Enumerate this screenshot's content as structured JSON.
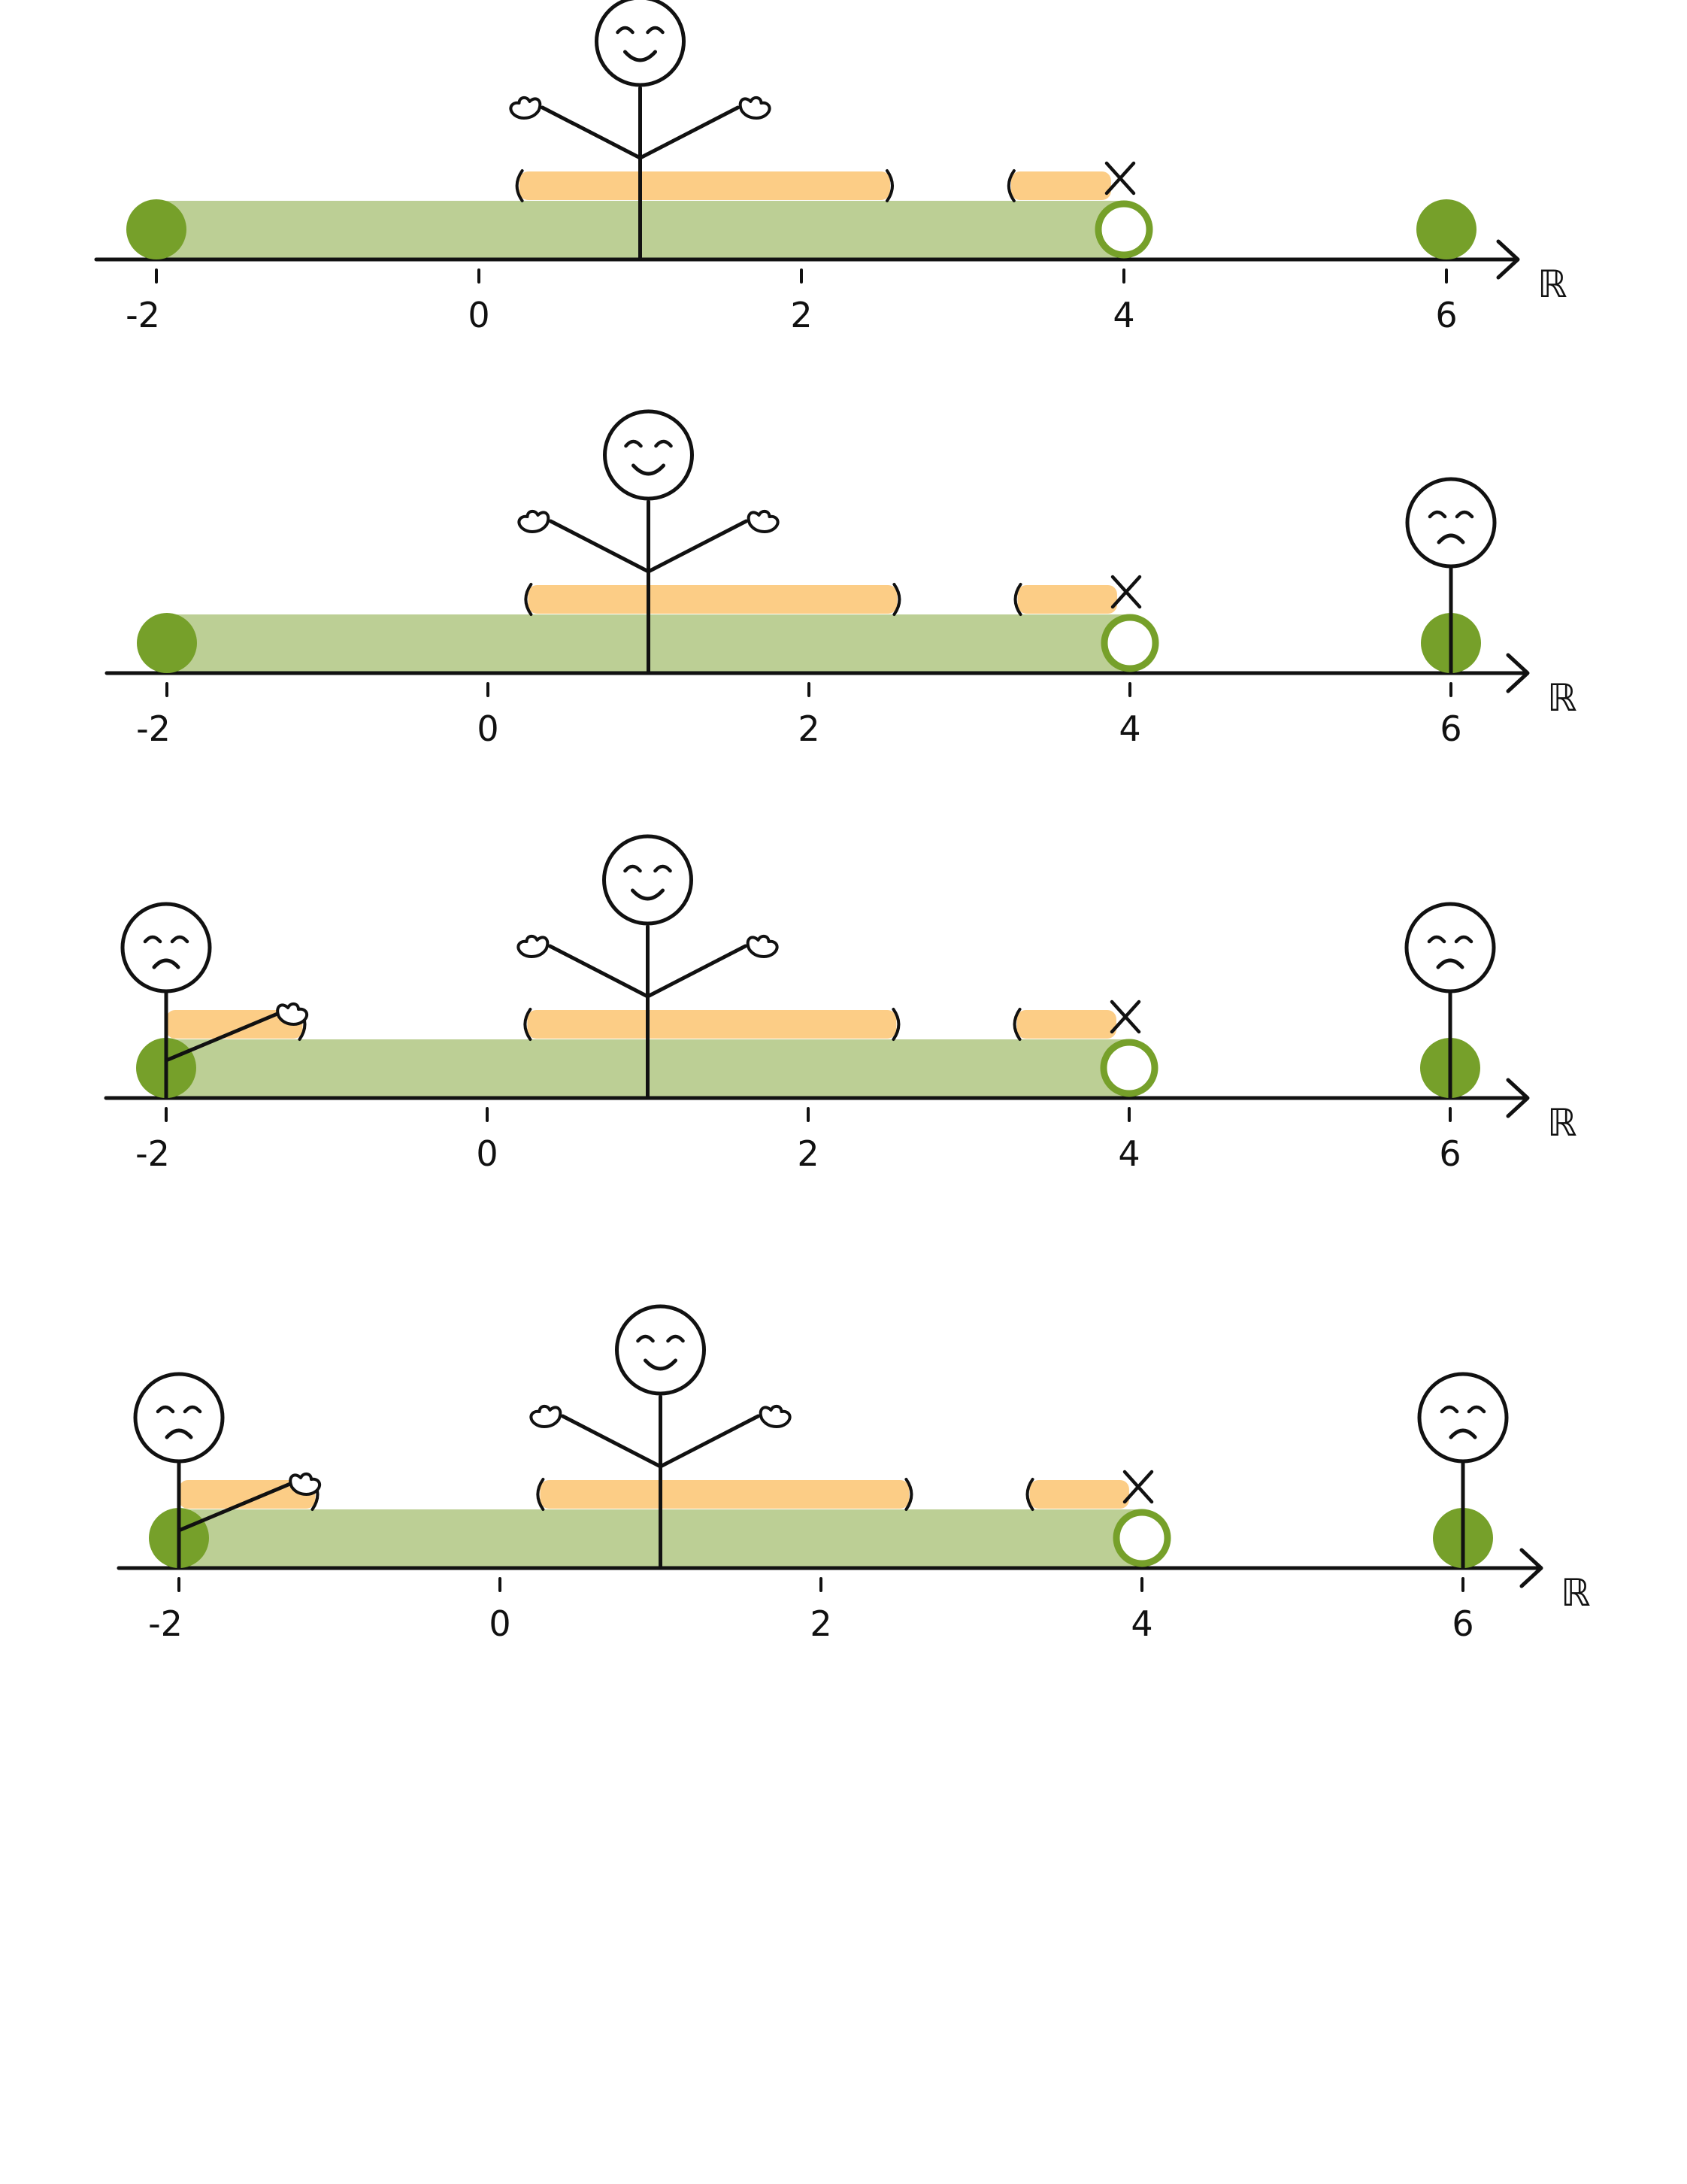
{
  "axis_label": "ℝ",
  "colors": {
    "interval_fill": "#bccf95",
    "point_fill": "#76a02a",
    "neighborhood_fill": "#fccd86",
    "ink": "#111111",
    "background": "#ffffff"
  },
  "tick_labels": [
    "-2",
    "0",
    "2",
    "4",
    "6"
  ],
  "panels": [
    {
      "interval": {
        "from": -2,
        "to": 4,
        "left_closed": true,
        "right_open": true
      },
      "isolated_point": 6,
      "happy_figure_at": 1,
      "sad_figures_at": [],
      "boundary_neighborhood_at_minus2": false
    },
    {
      "interval": {
        "from": -2,
        "to": 4,
        "left_closed": true,
        "right_open": true
      },
      "isolated_point": 6,
      "happy_figure_at": 1,
      "sad_figures_at": [
        6
      ],
      "boundary_neighborhood_at_minus2": false
    },
    {
      "interval": {
        "from": -2,
        "to": 4,
        "left_closed": true,
        "right_open": true
      },
      "isolated_point": 6,
      "happy_figure_at": 1,
      "sad_figures_at": [
        -2,
        6
      ],
      "boundary_neighborhood_at_minus2": true
    },
    {
      "interval": {
        "from": -2,
        "to": 4,
        "left_closed": true,
        "right_open": true
      },
      "isolated_point": 6,
      "happy_figure_at": 1,
      "sad_figures_at": [
        -2,
        6
      ],
      "boundary_neighborhood_at_minus2": true
    }
  ]
}
